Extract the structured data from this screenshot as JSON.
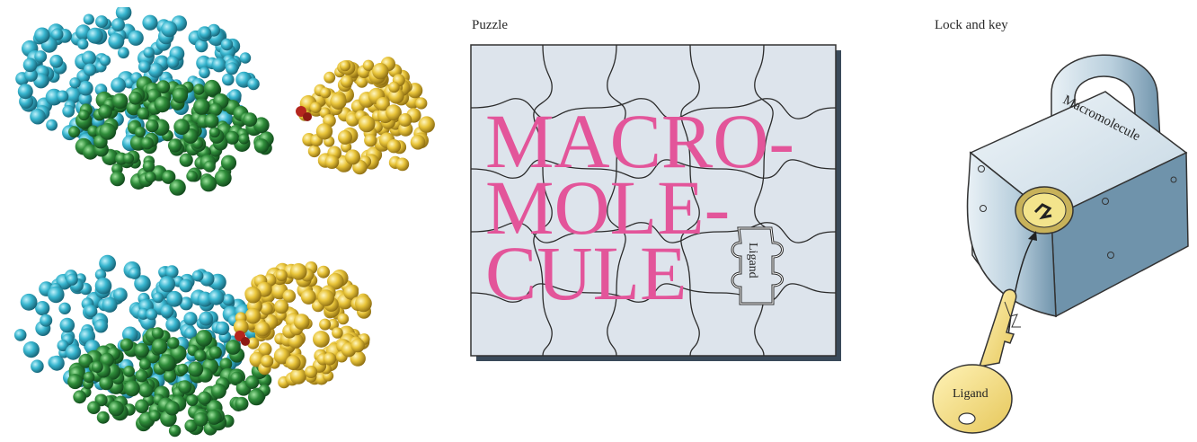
{
  "puzzle": {
    "title": "Puzzle",
    "macromolecule_lines": [
      "MACRO-",
      "MOLE-",
      "CULE"
    ],
    "ligand_label": "Ligand",
    "board_color": "#dde4ec",
    "text_color": "#e3559a"
  },
  "lock_and_key": {
    "title": "Lock and key",
    "lock_label": "Macromolecule",
    "key_label": "Ligand",
    "lock_color": "#b9cfdd",
    "key_color": "#f3df8a"
  },
  "molecules": {
    "colors": {
      "domain_a": "#3fb8d0",
      "domain_b": "#2e8b3c",
      "ligand": "#ecc93a",
      "contact": "#b5261e"
    },
    "states": [
      "separated",
      "bound"
    ]
  }
}
